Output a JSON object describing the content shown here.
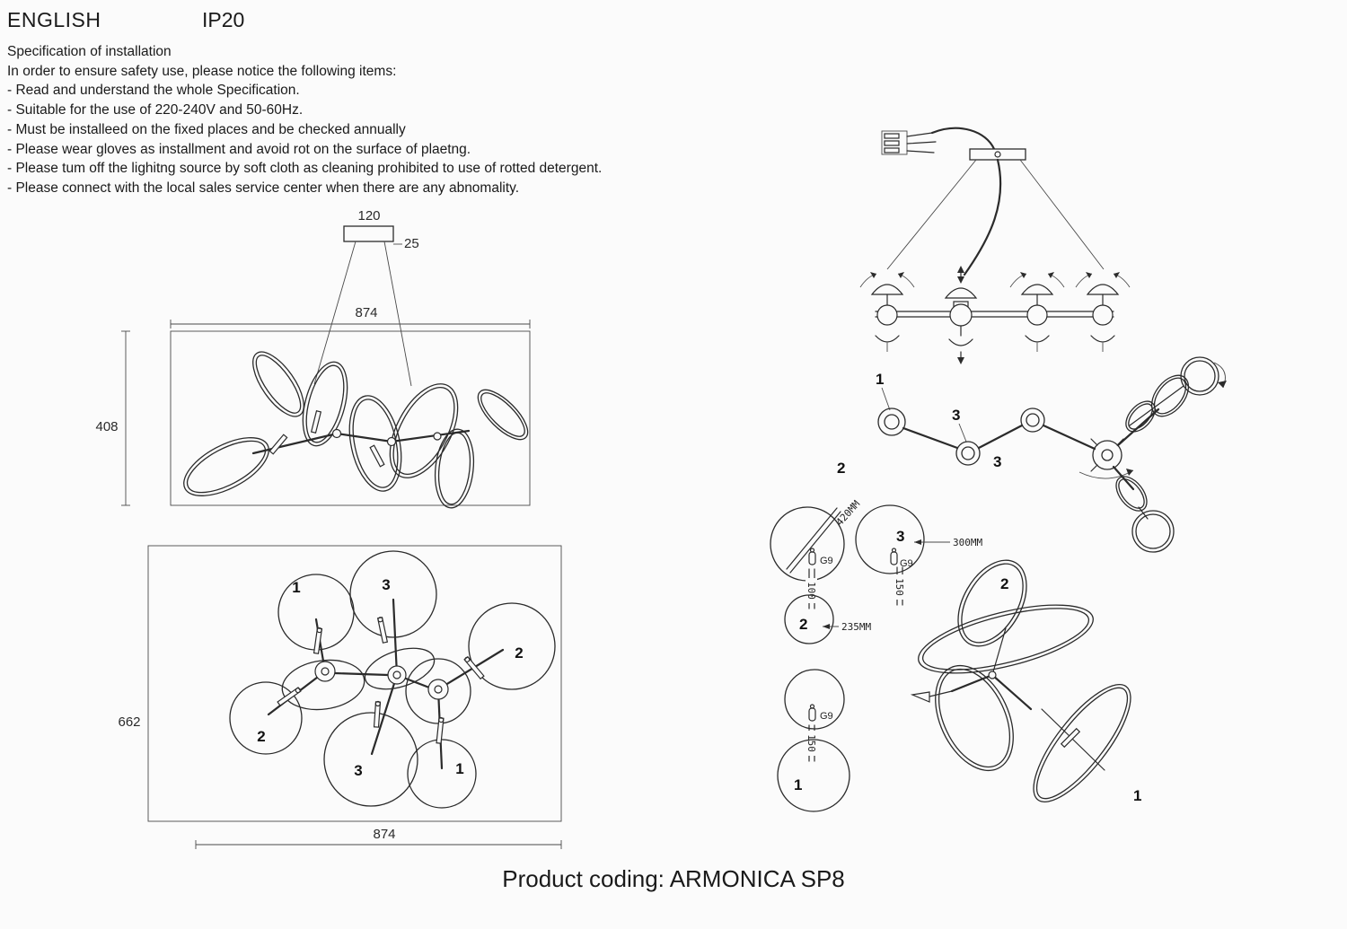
{
  "header": {
    "language": "ENGLISH",
    "ip_rating": "IP20"
  },
  "spec": {
    "title": "Specification of installation",
    "intro": "In order to ensure safety use, please notice the following items:",
    "items": [
      "- Read and understand the whole Specification.",
      "- Suitable for the use of 220-240V and 50-60Hz.",
      "- Must be installeed on the fixed places and be checked annually",
      "- Please wear gloves as installment and avoid rot on the surface of plaetng.",
      "- Please tum off the lighitng source by soft cloth as cleaning prohibited to use of rotted detergent.",
      "- Please connect with the local sales service center when there are any abnomality."
    ]
  },
  "side_view": {
    "canopy_width": "120",
    "canopy_depth": "25",
    "overall_width": "874",
    "overall_height": "408"
  },
  "top_view": {
    "overall_height": "662",
    "overall_width": "874",
    "labels": [
      "1",
      "3",
      "2",
      "2",
      "3",
      "1"
    ]
  },
  "assembly": {
    "labels": [
      "1",
      "3",
      "3"
    ]
  },
  "parts": {
    "socket": "G9",
    "dim_420": "420MM",
    "dim_300": "300MM",
    "dim_235": "235MM",
    "rod_100": "100",
    "rod_150": "150",
    "group2_label": "2",
    "shade2_label": "2",
    "shade3_label": "3",
    "shade1_label": "1"
  },
  "view3d": {
    "label_2": "2",
    "label_1": "1"
  },
  "footer": {
    "product_coding": "Product coding: ARMONICA SP8"
  }
}
